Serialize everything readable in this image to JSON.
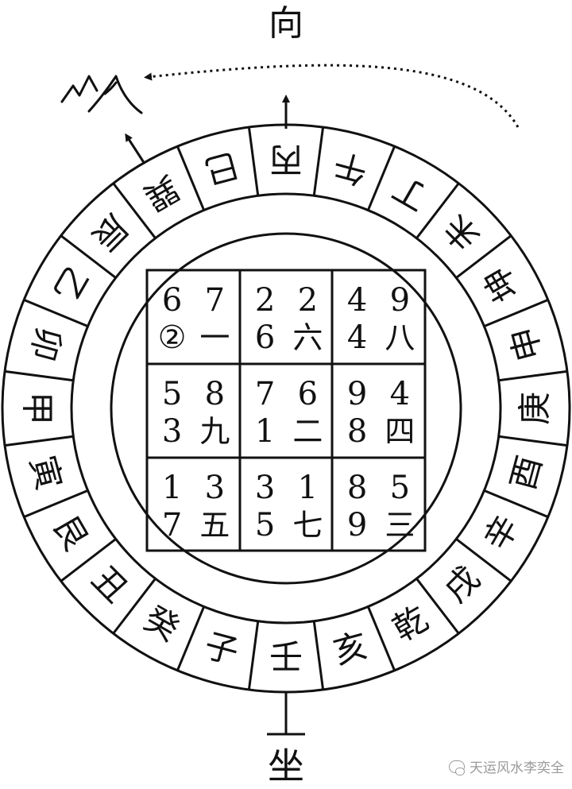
{
  "labels": {
    "facing": "向",
    "sitting": "坐"
  },
  "mountains": [
    "丙",
    "午",
    "丁",
    "未",
    "坤",
    "申",
    "庚",
    "酉",
    "辛",
    "戌",
    "乾",
    "亥",
    "壬",
    "子",
    "癸",
    "丑",
    "艮",
    "寅",
    "甲",
    "卯",
    "乙",
    "辰",
    "巽",
    "巳"
  ],
  "grid": [
    [
      {
        "tl": "6",
        "tr": "7",
        "bl": "②",
        "br": "一"
      },
      {
        "tl": "2",
        "tr": "2",
        "bl": "6",
        "br": "六"
      },
      {
        "tl": "4",
        "tr": "9",
        "bl": "4",
        "br": "八"
      }
    ],
    [
      {
        "tl": "5",
        "tr": "8",
        "bl": "3",
        "br": "九"
      },
      {
        "tl": "7",
        "tr": "6",
        "bl": "1",
        "br": "二"
      },
      {
        "tl": "9",
        "tr": "4",
        "bl": "8",
        "br": "四"
      }
    ],
    [
      {
        "tl": "1",
        "tr": "3",
        "bl": "7",
        "br": "五"
      },
      {
        "tl": "3",
        "tr": "1",
        "bl": "5",
        "br": "七"
      },
      {
        "tl": "8",
        "tr": "5",
        "bl": "9",
        "br": "三"
      }
    ]
  ],
  "watermark": "天运风水李奕全",
  "colors": {
    "ink": "#111111",
    "watermark": "#9a9a9a"
  }
}
